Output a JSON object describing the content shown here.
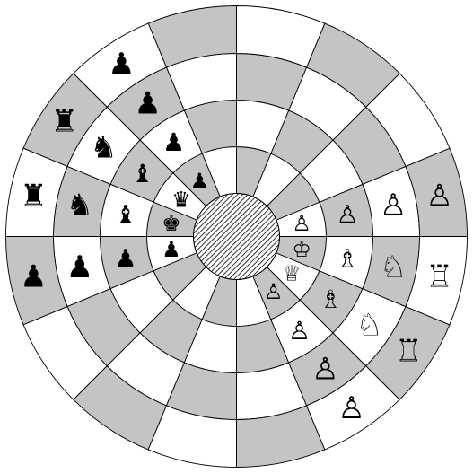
{
  "title": "",
  "board": {
    "type": "circular-chess",
    "rings": 4,
    "sectors": 16,
    "colors": {
      "light": "#ffffff",
      "dark": "#c4c4c4",
      "line": "#000000",
      "white_piece_fill": "#ffffff",
      "black_piece_fill": "#000000"
    }
  },
  "glyphs": {
    "white": {
      "king": "♔",
      "queen": "♕",
      "rook": "♖",
      "bishop": "♗",
      "knight": "♘",
      "pawn": "♙"
    },
    "black": {
      "king": "♚",
      "queen": "♛",
      "rook": "♜",
      "bishop": "♝",
      "knight": "♞",
      "pawn": "♟"
    }
  },
  "pieces": [
    {
      "color": "white",
      "type": "rook",
      "ring": 4,
      "sector": 14
    },
    {
      "color": "white",
      "type": "knight",
      "ring": 3,
      "sector": 14
    },
    {
      "color": "white",
      "type": "bishop",
      "ring": 2,
      "sector": 14
    },
    {
      "color": "white",
      "type": "queen",
      "ring": 1,
      "sector": 14
    },
    {
      "color": "white",
      "type": "rook",
      "ring": 4,
      "sector": 15
    },
    {
      "color": "white",
      "type": "knight",
      "ring": 3,
      "sector": 15
    },
    {
      "color": "white",
      "type": "bishop",
      "ring": 2,
      "sector": 15
    },
    {
      "color": "white",
      "type": "king",
      "ring": 1,
      "sector": 15
    },
    {
      "color": "white",
      "type": "pawn",
      "ring": 4,
      "sector": 13
    },
    {
      "color": "white",
      "type": "pawn",
      "ring": 3,
      "sector": 13
    },
    {
      "color": "white",
      "type": "pawn",
      "ring": 2,
      "sector": 13
    },
    {
      "color": "white",
      "type": "pawn",
      "ring": 1,
      "sector": 13
    },
    {
      "color": "white",
      "type": "pawn",
      "ring": 4,
      "sector": 0
    },
    {
      "color": "white",
      "type": "pawn",
      "ring": 3,
      "sector": 0
    },
    {
      "color": "white",
      "type": "pawn",
      "ring": 2,
      "sector": 0
    },
    {
      "color": "white",
      "type": "pawn",
      "ring": 1,
      "sector": 0
    },
    {
      "color": "black",
      "type": "rook",
      "ring": 4,
      "sector": 6
    },
    {
      "color": "black",
      "type": "knight",
      "ring": 3,
      "sector": 6
    },
    {
      "color": "black",
      "type": "bishop",
      "ring": 2,
      "sector": 6
    },
    {
      "color": "black",
      "type": "queen",
      "ring": 1,
      "sector": 6
    },
    {
      "color": "black",
      "type": "rook",
      "ring": 4,
      "sector": 7
    },
    {
      "color": "black",
      "type": "knight",
      "ring": 3,
      "sector": 7
    },
    {
      "color": "black",
      "type": "bishop",
      "ring": 2,
      "sector": 7
    },
    {
      "color": "black",
      "type": "king",
      "ring": 1,
      "sector": 7
    },
    {
      "color": "black",
      "type": "pawn",
      "ring": 4,
      "sector": 5
    },
    {
      "color": "black",
      "type": "pawn",
      "ring": 3,
      "sector": 5
    },
    {
      "color": "black",
      "type": "pawn",
      "ring": 2,
      "sector": 5
    },
    {
      "color": "black",
      "type": "pawn",
      "ring": 1,
      "sector": 5
    },
    {
      "color": "black",
      "type": "pawn",
      "ring": 4,
      "sector": 8
    },
    {
      "color": "black",
      "type": "pawn",
      "ring": 3,
      "sector": 8
    },
    {
      "color": "black",
      "type": "pawn",
      "ring": 2,
      "sector": 8
    },
    {
      "color": "black",
      "type": "pawn",
      "ring": 1,
      "sector": 8
    }
  ]
}
